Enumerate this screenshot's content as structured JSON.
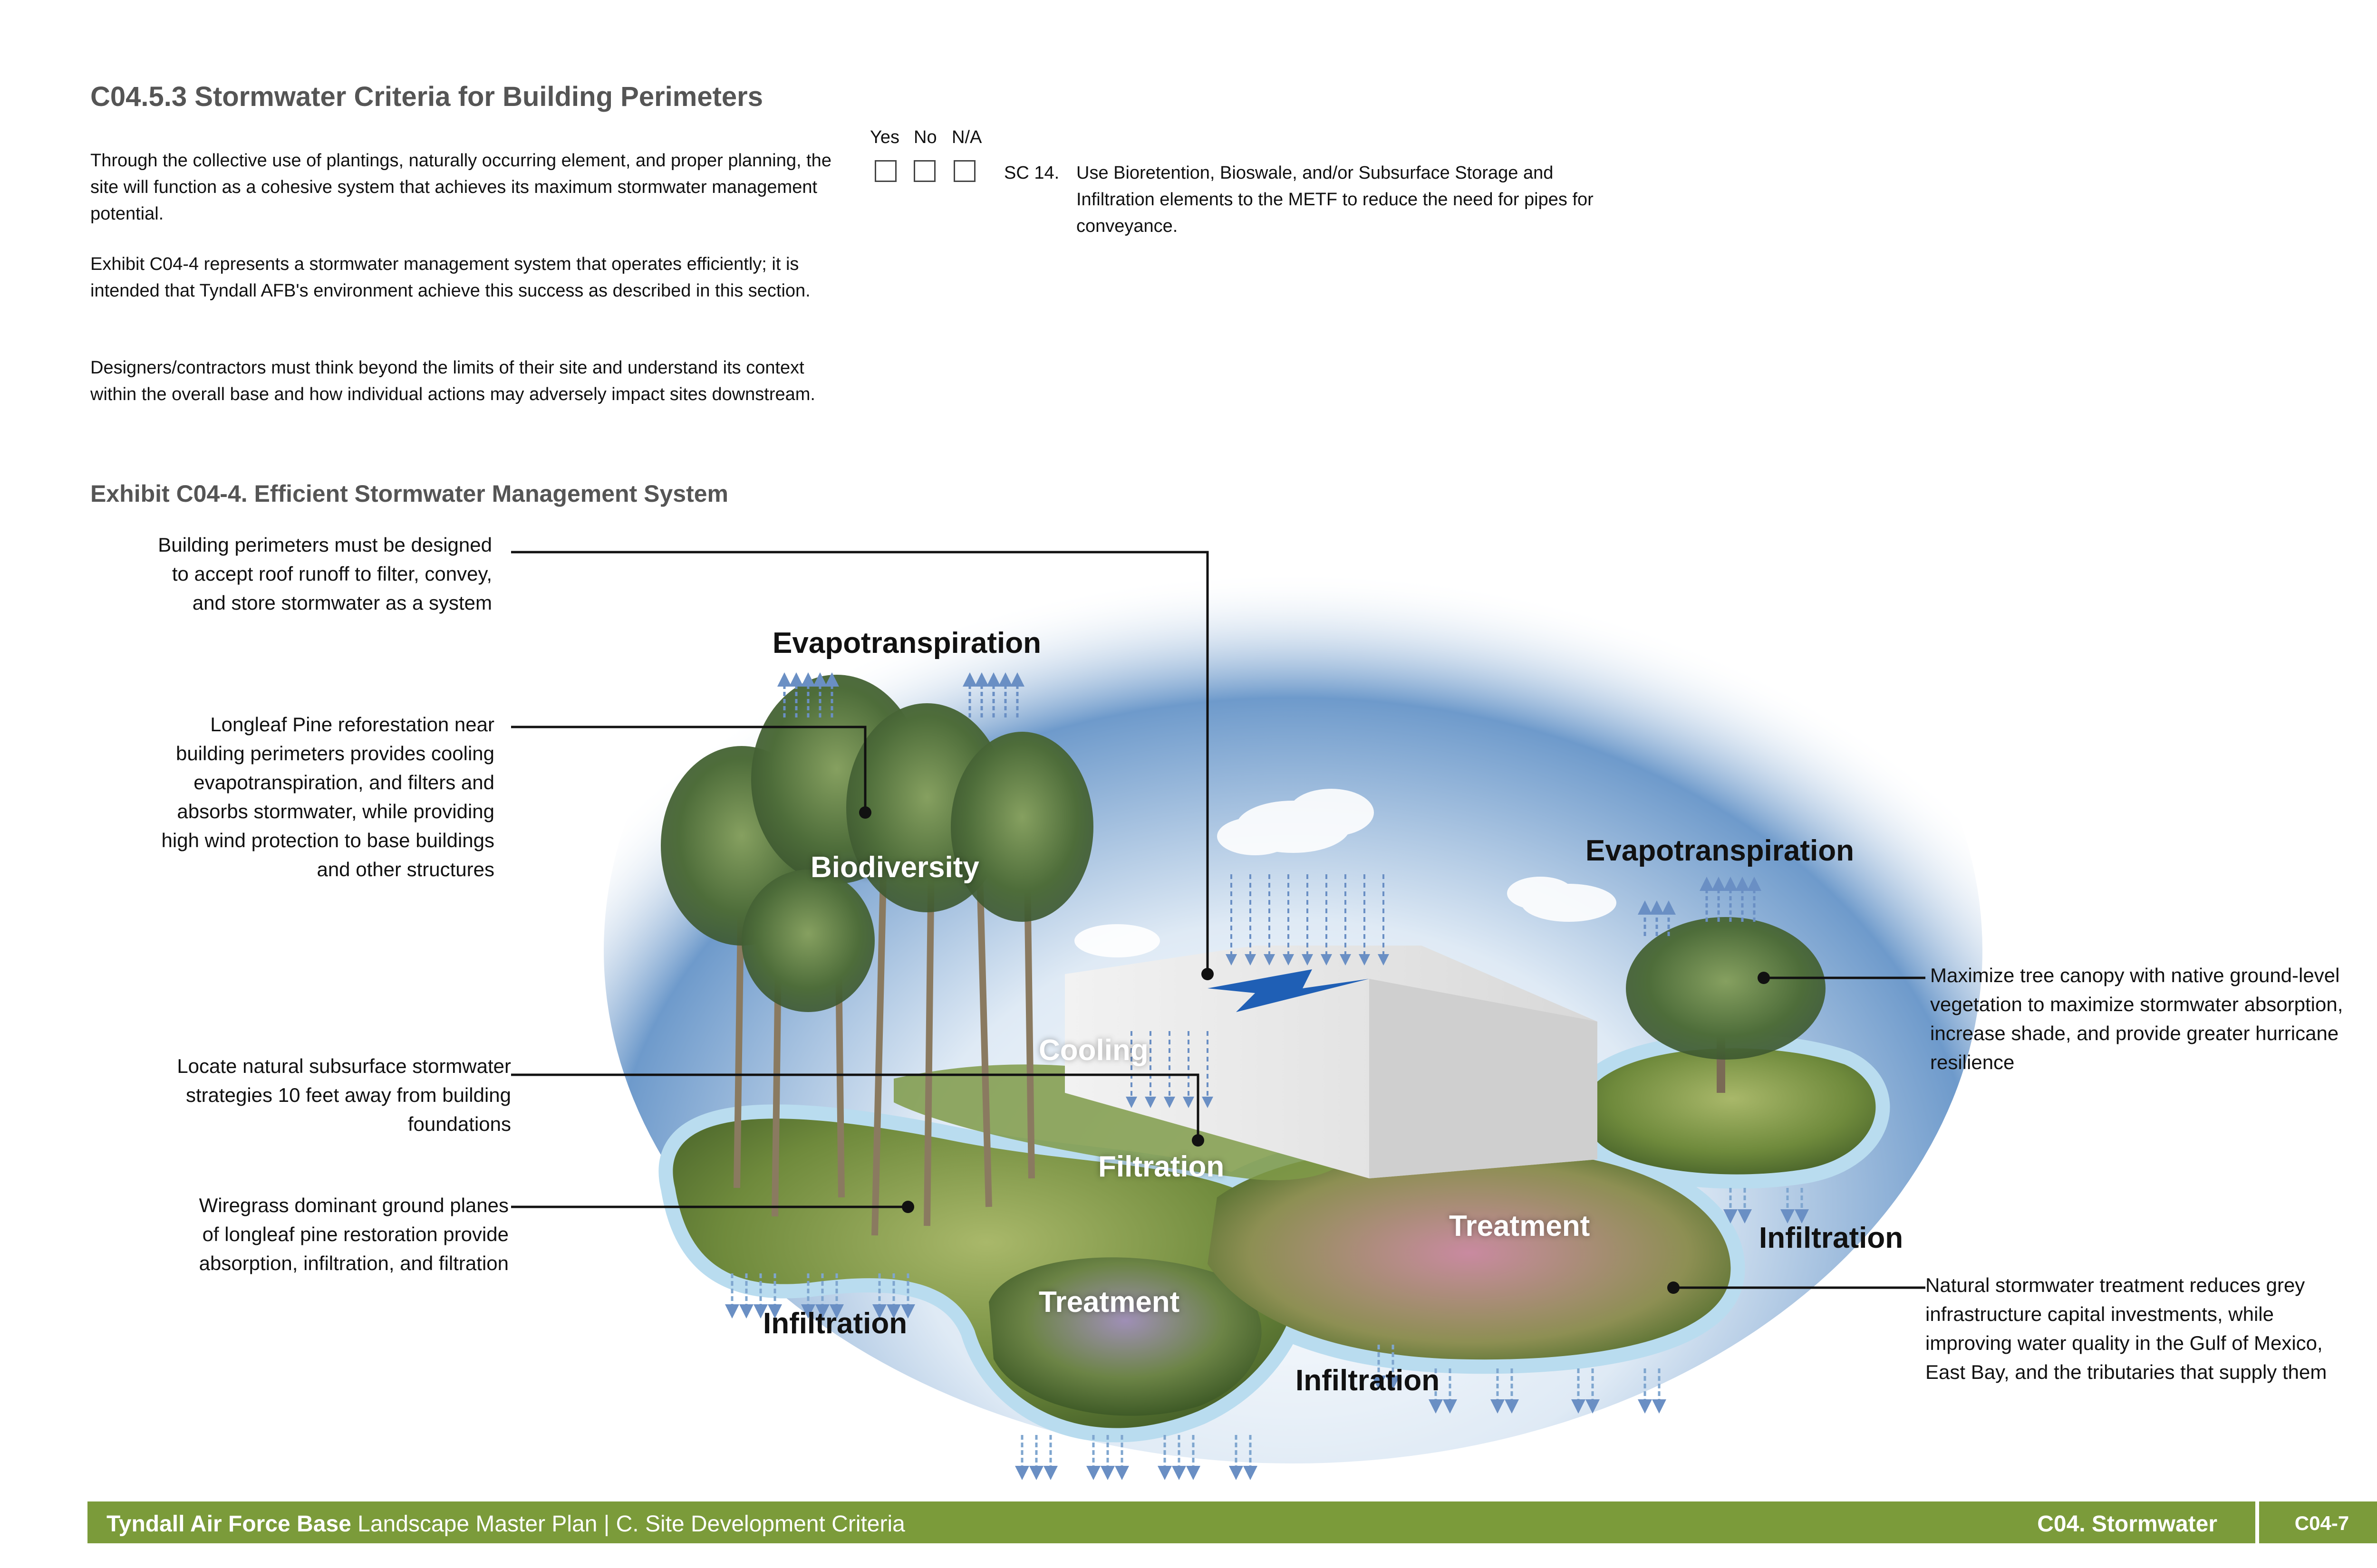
{
  "header": {
    "title": "C04.5.3 Stormwater Criteria for Building Perimeters",
    "paragraphs": [
      "Through the collective use of plantings, naturally occurring element, and proper planning, the site will function as a cohesive system that achieves its maximum stormwater management potential.",
      "Exhibit C04-4 represents a stormwater management system that operates efficiently; it is intended that Tyndall AFB's environment achieve this success as described in this section.",
      "Designers/contractors must think beyond the limits of their site and understand its context within the overall base and how individual actions may adversely impact sites downstream."
    ]
  },
  "checklist": {
    "yes": "Yes",
    "no": "No",
    "na": "N/A",
    "item_code": "SC 14.",
    "item_text": "Use Bioretention, Bioswale, and/or Subsurface Storage and Infiltration elements to the METF to reduce the need for pipes for conveyance."
  },
  "exhibit": {
    "title": "Exhibit C04-4. Efficient Stormwater Management System",
    "callouts": {
      "roof": "Building perimeters must be designed to accept roof runoff to filter, convey, and store stormwater as a system",
      "pine": "Longleaf Pine reforestation near building perimeters provides cooling evapotranspiration, and filters and absorbs stormwater, while providing high wind protection to base buildings and other structures",
      "subsurface": "Locate natural subsurface stormwater strategies 10 feet away from building foundations",
      "wiregrass": "Wiregrass dominant ground planes of longleaf pine restoration provide absorption, infiltration, and filtration",
      "canopy": "Maximize tree canopy with native ground-level vegetation to maximize stormwater absorption, increase shade, and provide greater hurricane resilience",
      "treatment": "Natural stormwater treatment reduces grey infrastructure capital investments, while improving water quality in the Gulf of Mexico, East Bay, and the tributaries that supply them"
    },
    "labels": {
      "evapo_left": "Evapotranspiration",
      "evapo_right": "Evapotranspiration",
      "biodiversity": "Biodiversity",
      "cooling": "Cooling",
      "filtration": "Filtration",
      "treatment_center": "Treatment",
      "treatment_right": "Treatment",
      "infiltration_left": "Infiltration",
      "infiltration_center": "Infiltration",
      "infiltration_right": "Infiltration"
    }
  },
  "footer": {
    "org": "Tyndall Air Force Base",
    "rest": " Landscape Master Plan | C. Site Development Criteria",
    "chapter": "C04. Stormwater",
    "page": "C04-7"
  },
  "colors": {
    "footer_green": "#7b9b3a",
    "sky_blue": "#3f7ab8",
    "water_ring": "#b9dcef",
    "arrow_blue": "#6a8fc4"
  }
}
